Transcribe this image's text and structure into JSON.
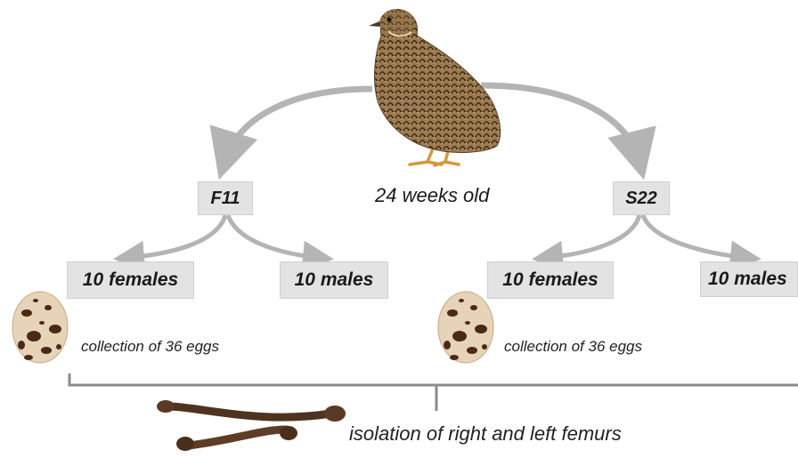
{
  "center_label": "24 weeks old",
  "lines": [
    {
      "name": "F11",
      "groups": [
        "10 females",
        "10 males"
      ],
      "eggs_text": "collection of 36 eggs"
    },
    {
      "name": "S22",
      "groups": [
        "10 females",
        "10 males"
      ],
      "eggs_text": "collection of 36 eggs"
    }
  ],
  "femur_text": "isolation of right and left femurs",
  "icons": [
    "quail-icon",
    "quail-egg-icon",
    "femur-bones-icon"
  ],
  "colors": {
    "arrow": "#b4b4b4",
    "box": "#e3e3e3",
    "bracket": "#8c8c8c"
  }
}
